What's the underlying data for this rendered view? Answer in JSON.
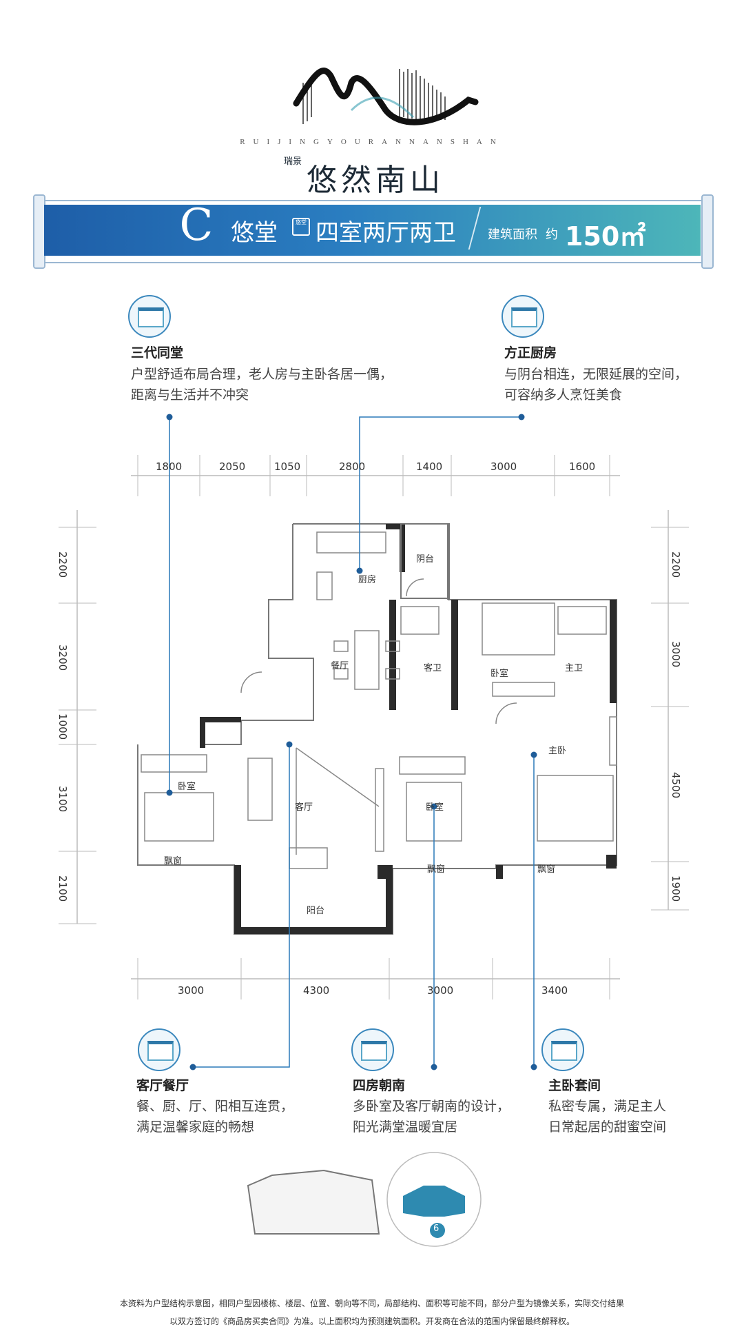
{
  "logo": {
    "en": "RUIJINGYOURANNANSHAN",
    "sub": "瑞景",
    "cn": "悠然南山"
  },
  "banner": {
    "letter": "C",
    "name": "悠堂",
    "tag": "四室两厅两卫",
    "tag_small": "悠堂",
    "area_label": "建筑面积",
    "area_icon": "约",
    "area": "150㎡"
  },
  "features": [
    {
      "title": "三代同堂",
      "lines": [
        "户型舒适布局合理，老人房与主卧各居一偶，",
        "距离与生活并不冲突"
      ]
    },
    {
      "title": "方正厨房",
      "lines": [
        "与阴台相连，无限延展的空间，",
        "可容纳多人烹饪美食"
      ]
    },
    {
      "title": "客厅餐厅",
      "lines": [
        "餐、厨、厅、阳相互连贯，",
        "满足温馨家庭的畅想"
      ]
    },
    {
      "title": "四房朝南",
      "lines": [
        "多卧室及客厅朝南的设计，",
        "阳光满堂温暖宜居"
      ]
    },
    {
      "title": "主卧套间",
      "lines": [
        "私密专属，满足主人",
        "日常起居的甜蜜空间"
      ]
    }
  ],
  "dims": {
    "top": [
      "1800",
      "2050",
      "1050",
      "2800",
      "1400",
      "3000",
      "1600"
    ],
    "bottom": [
      "3000",
      "4300",
      "3000",
      "3400"
    ],
    "left": [
      "2200",
      "3200",
      "1000",
      "3100",
      "2100"
    ],
    "right": [
      "2200",
      "3000",
      "4500",
      "1900"
    ]
  },
  "rooms": {
    "kitchen": "厨房",
    "balcony_n": "阴台",
    "dining": "餐厅",
    "guest_bath": "客卫",
    "bedroom_n": "卧室",
    "master_bath": "主卫",
    "master": "主卧",
    "bedroom_w": "卧室",
    "living": "客厅",
    "bedroom_s": "卧室",
    "bay_w": "飘窗",
    "bay_s": "飘窗",
    "bay_m": "飘窗",
    "balcony_s": "阳台"
  },
  "site": {
    "building": "6"
  },
  "disclaimer": [
    "本资料为户型结构示意图，相同户型因楼栋、楼层、位置、朝向等不同，局部结构、面积等可能不同，部分户型为镜像关系，实际交付结果",
    "以双方签订的《商品房买卖合同》为准。以上面积均为预测建筑面积。开发商在合法的范围内保留最终解释权。"
  ]
}
